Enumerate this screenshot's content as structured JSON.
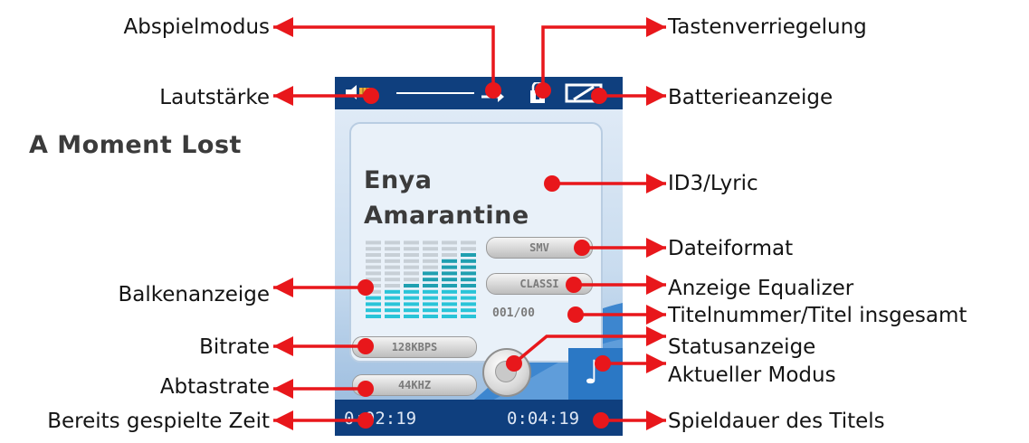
{
  "labels": {
    "abspielmodus": "Abspielmodus",
    "tastenverriegelung": "Tastenverriegelung",
    "lautstaerke": "Lautstärke",
    "batterieanzeige": "Batterieanzeige",
    "id3lyric": "ID3/Lyric",
    "dateiformat": "Dateiformat",
    "balkenanzeige": "Balkenanzeige",
    "anzeige_equalizer": "Anzeige Equalizer",
    "titelnummer": "Titelnummer/Titel insgesamt",
    "bitrate": "Bitrate",
    "statusanzeige": "Statusanzeige",
    "aktueller_modus": "Aktueller Modus",
    "abtastrate": "Abtastrate",
    "bereits_gespielte_zeit": "Bereits gespielte Zeit",
    "spieldauer": "Spieldauer des Titels"
  },
  "screen": {
    "song_title": "A Moment Lost",
    "artist": "Enya",
    "album": "Amarantine",
    "file_format": "SMV",
    "equalizer": "CLASSI",
    "track_counter": "001/00",
    "bitrate": "128KBPS",
    "sample_rate": "44KHZ",
    "elapsed_time": "0:02:19",
    "total_time": "0:04:19",
    "mode_icon": "♪"
  },
  "colors": {
    "arrow_red": "#e8171b",
    "bar_dark_blue": "#0f3f7e",
    "mode_tab_blue": "#2b78c5",
    "eq_cyan": "#2cc7d6"
  },
  "icons": [
    "speaker-icon",
    "repeat-mode-icon",
    "lock-icon",
    "battery-icon",
    "music-note-icon"
  ]
}
